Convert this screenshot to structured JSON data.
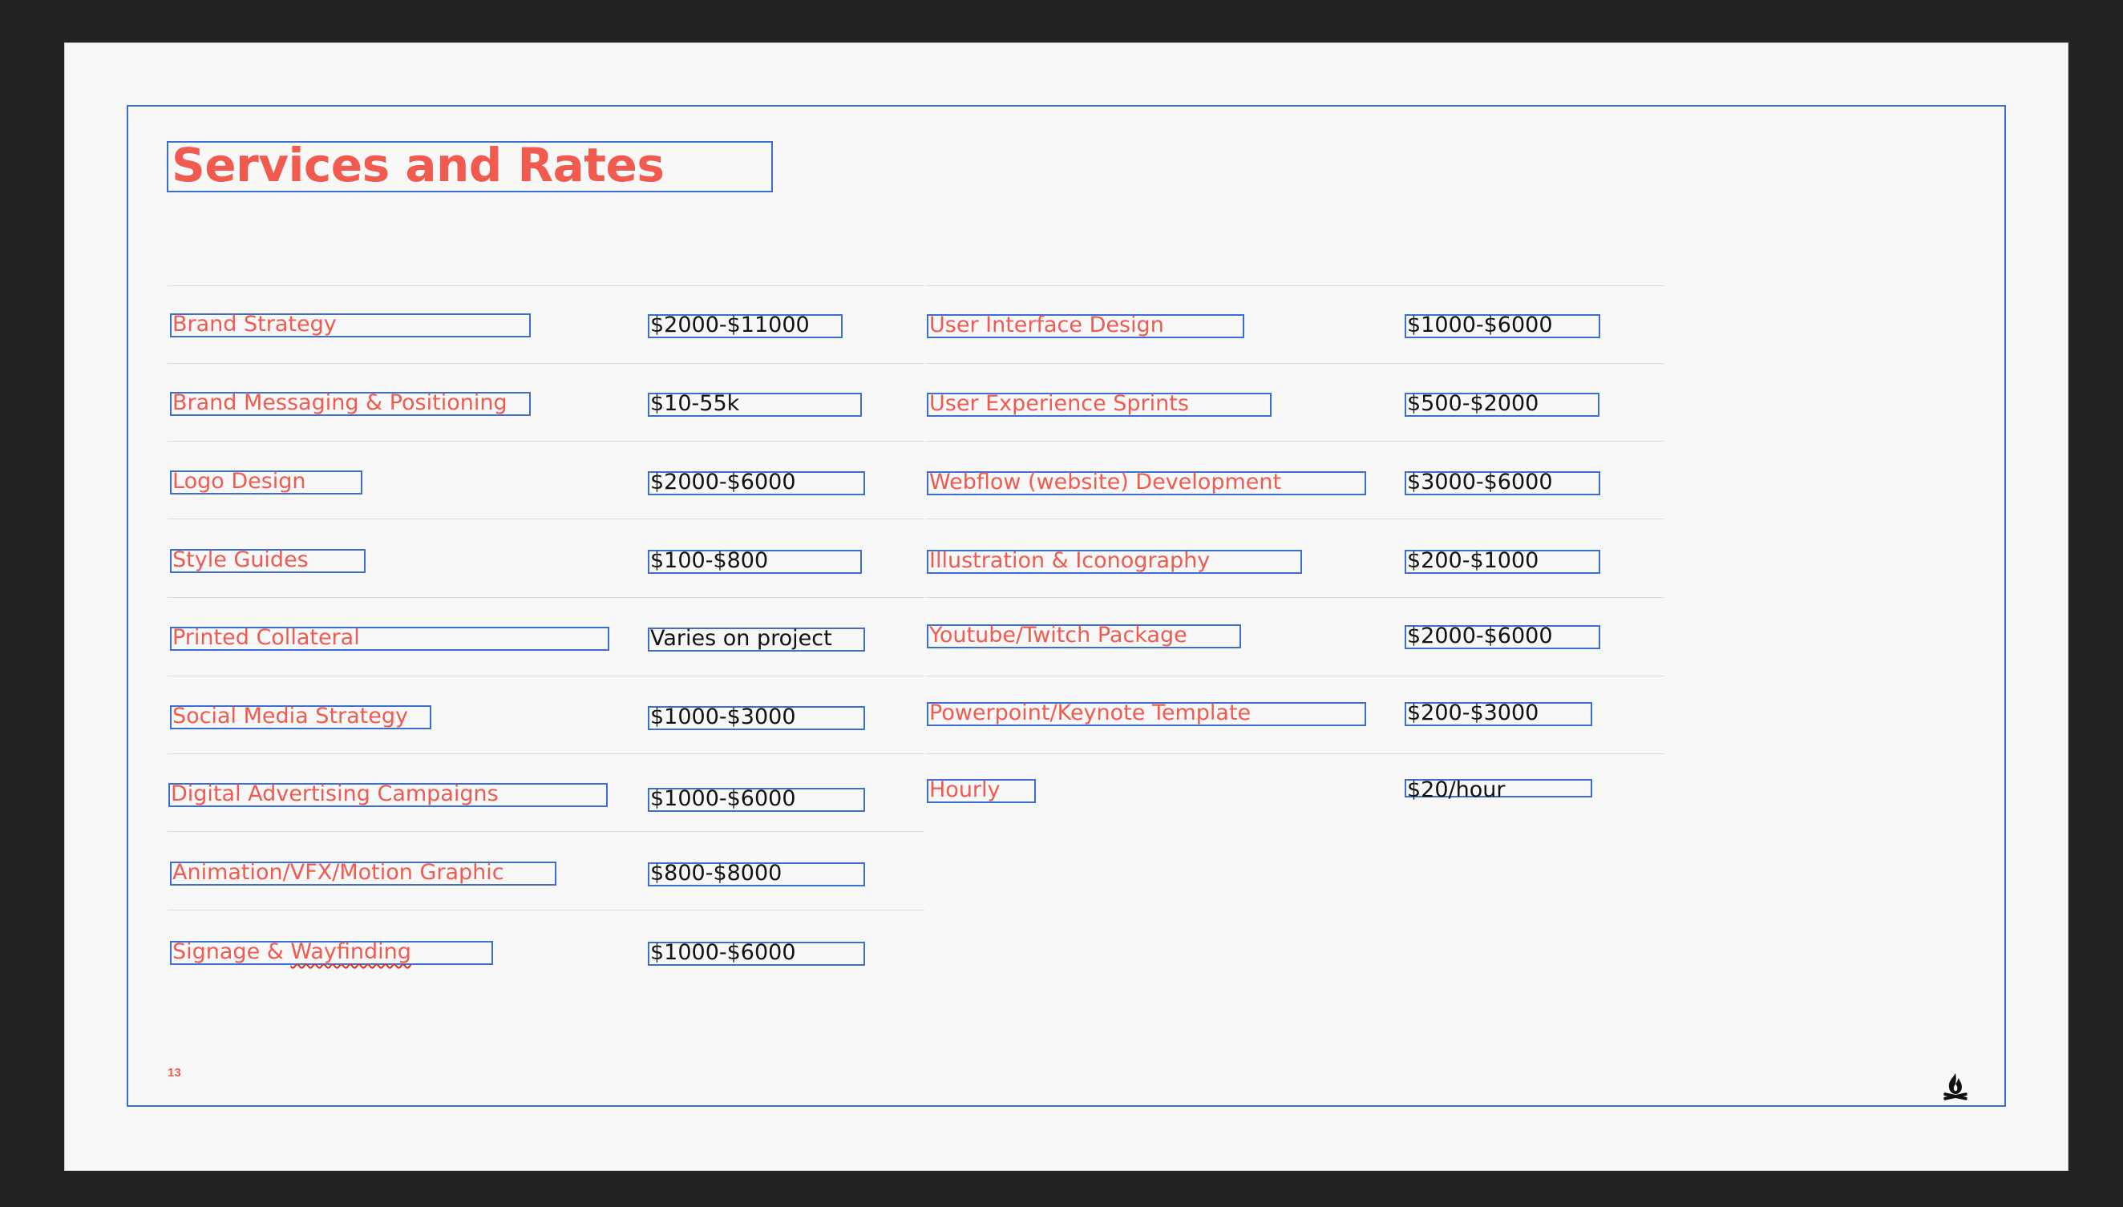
{
  "slide": {
    "title": "Services and Rates",
    "page_number": "13",
    "logo_icon": "campfire-icon"
  },
  "left_services": [
    {
      "service": "Brand Strategy",
      "rate": "$2000-$11000"
    },
    {
      "service": "Brand Messaging & Positioning",
      "rate": "$10-55k"
    },
    {
      "service": "Logo Design",
      "rate": "$2000-$6000"
    },
    {
      "service": "Style Guides",
      "rate": "$100-$800"
    },
    {
      "service": "Printed Collateral",
      "rate": "Varies on project"
    },
    {
      "service": "Social Media Strategy",
      "rate": "$1000-$3000"
    },
    {
      "service": "Digital Advertising Campaigns",
      "rate": "$1000-$6000"
    },
    {
      "service": "Animation/VFX/Motion Graphic",
      "rate": "$800-$8000"
    },
    {
      "service_prefix": "Signage & ",
      "service_flagged": "Wayfinding",
      "rate": "$1000-$6000"
    }
  ],
  "right_services": [
    {
      "service": "User Interface Design",
      "rate": "$1000-$6000"
    },
    {
      "service": "User Experience Sprints",
      "rate": "$500-$2000"
    },
    {
      "service": "Webflow (website) Development",
      "rate": "$3000-$6000"
    },
    {
      "service": "Illustration & Iconography",
      "rate": "$200-$1000"
    },
    {
      "service": "Youtube/Twitch Package",
      "rate": "$2000-$6000"
    },
    {
      "service": "Powerpoint/Keynote Template",
      "rate": "$200-$3000"
    },
    {
      "service": "Hourly",
      "rate": "$20/hour"
    }
  ],
  "colors": {
    "accent": "#f05a4f",
    "selection": "#3b6fd4",
    "background": "#232323",
    "slide": "#f8f8f8"
  }
}
